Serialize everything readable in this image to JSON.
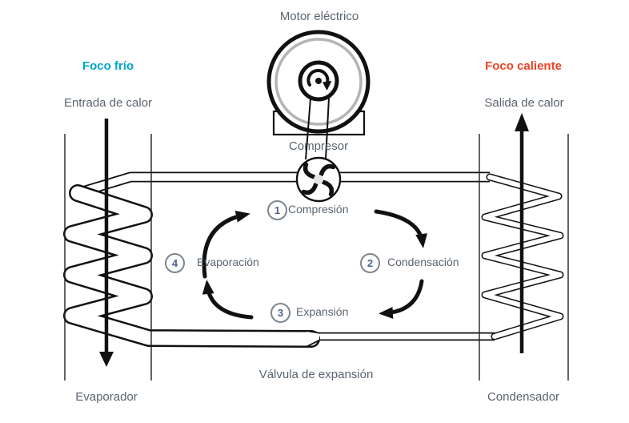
{
  "diagram": {
    "motor_label": "Motor eléctrico",
    "compressor_label": "Compresor",
    "expansion_valve_label": "Válvula de expansión",
    "evaporator_label": "Evaporador",
    "condenser_label": "Condensador",
    "cold_side": {
      "title": "Foco frío",
      "flow_label": "Entrada de calor"
    },
    "hot_side": {
      "title": "Foco caliente",
      "flow_label": "Salida de calor"
    },
    "cycle_steps": [
      {
        "number": "1",
        "label": "Compresión"
      },
      {
        "number": "2",
        "label": "Condensación"
      },
      {
        "number": "3",
        "label": "Expansión"
      },
      {
        "number": "4",
        "label": "Evaporación"
      }
    ],
    "colors": {
      "cold_accent": "#00a5cd",
      "hot_accent": "#ee4226",
      "label_gray": "#5a646e",
      "step_number_blue": "#4a648c",
      "line_black": "#111111",
      "motor_ring_gray": "#b4b4b4"
    }
  }
}
